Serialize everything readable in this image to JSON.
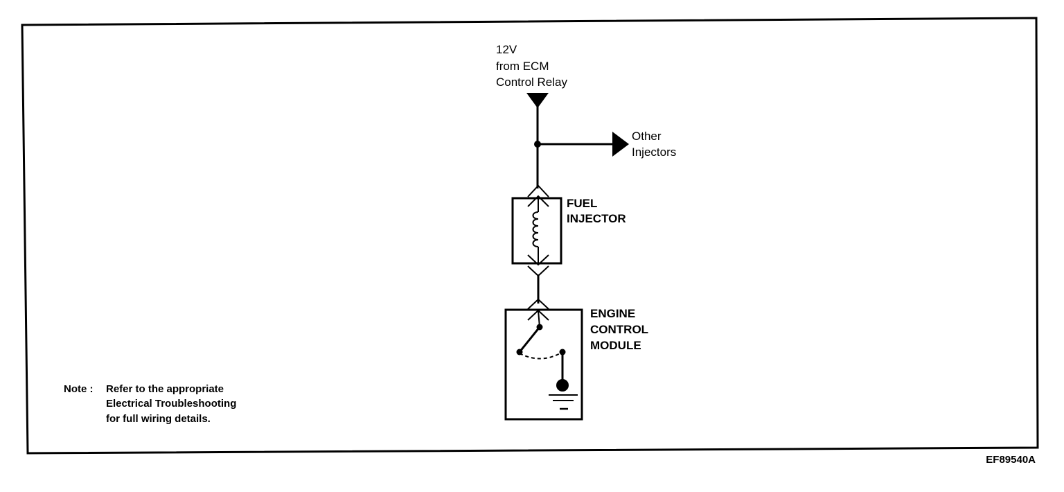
{
  "supply_label": [
    "12V",
    "from ECM",
    "Control Relay"
  ],
  "branch_label": [
    "Other",
    "Injectors"
  ],
  "injector_label": [
    "FUEL",
    "INJECTOR"
  ],
  "ecm_label": [
    "ENGINE",
    "CONTROL",
    "MODULE"
  ],
  "note_prefix": "Note :",
  "note_lines": [
    "Refer to the appropriate",
    "Electrical Troubleshooting",
    "for full wiring details."
  ],
  "figure_code": "EF89540A"
}
